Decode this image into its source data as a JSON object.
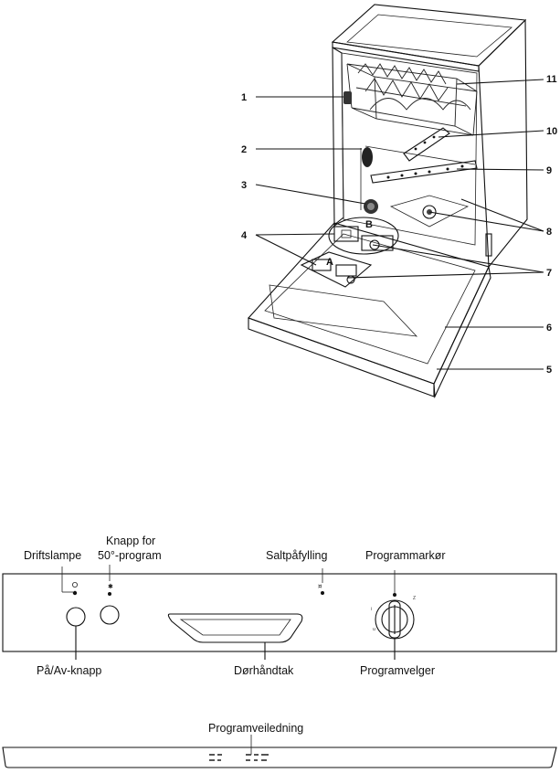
{
  "dishwasher_callouts": [
    "1",
    "2",
    "3",
    "4",
    "5",
    "6",
    "7",
    "8",
    "9",
    "10",
    "11"
  ],
  "dispenser_letters": {
    "a": "A",
    "b": "B"
  },
  "control_panel": {
    "labels": {
      "driftslampe": "Driftslampe",
      "knapp_for_line1": "Knapp for",
      "knapp_for_line2": "50°-program",
      "saltpafylling": "Saltpåfylling",
      "programmarkor": "Programmarkør",
      "pa_av_knapp": "På/Av-knapp",
      "dorhandtak": "Dørhåndtak",
      "programvelger": "Programvelger"
    }
  },
  "program_guide": {
    "label": "Programveiledning"
  }
}
